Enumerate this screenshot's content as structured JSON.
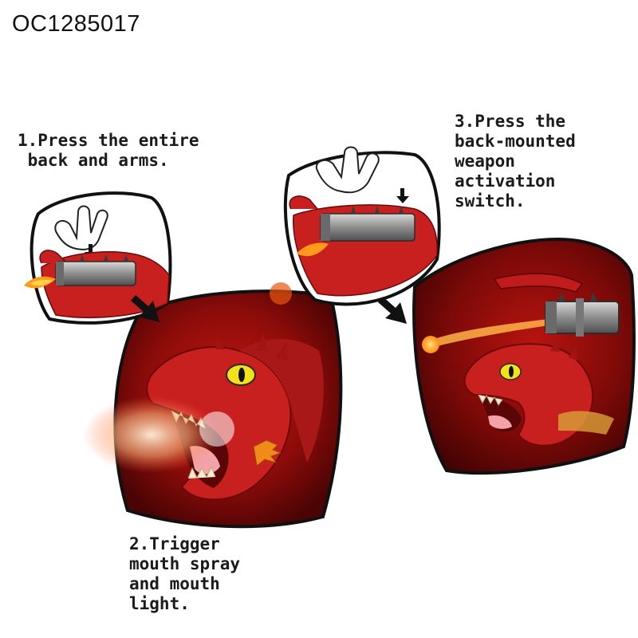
{
  "product_code": "OC1285017",
  "steps": [
    {
      "lines": [
        "1.Press the entire",
        " back and arms."
      ]
    },
    {
      "lines": [
        "2.Trigger",
        "mouth spray",
        "and mouth",
        "light."
      ]
    },
    {
      "lines": [
        "3.Press the",
        "back-mounted",
        "weapon",
        "activation",
        "switch."
      ]
    }
  ],
  "colors": {
    "dragon_red": "#c81f1f",
    "dark_red": "#5a0606",
    "glow_red": "#b0110f",
    "flame": "#ff9a1a",
    "eye": "#f2e21a",
    "cannon": "#8f8f8f"
  },
  "icons": [
    "hand-icon",
    "arrow-down-icon",
    "arrow-diagonal-icon",
    "dragon-head-illustration",
    "cannon-illustration",
    "fireball-illustration"
  ]
}
